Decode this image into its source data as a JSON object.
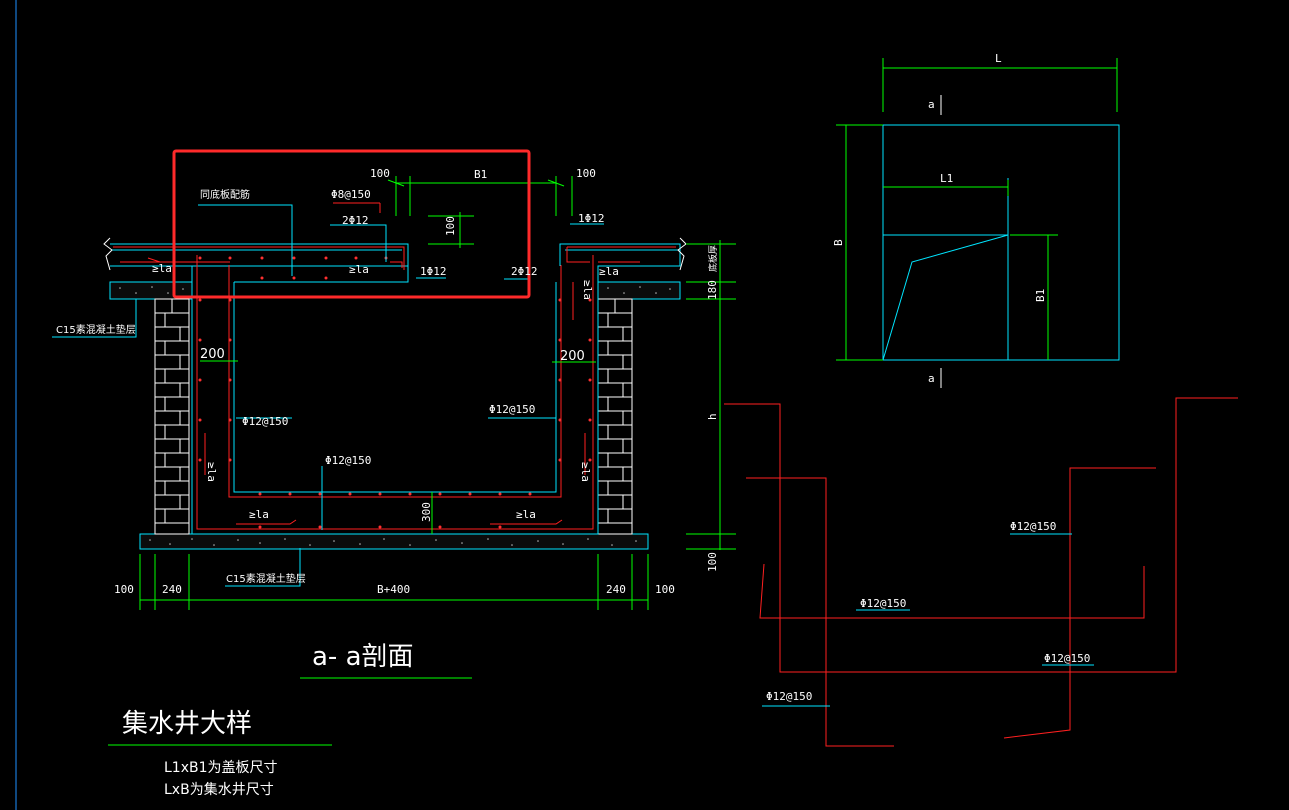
{
  "section": {
    "title": "a- a剖面",
    "note_top": "同底板配筋",
    "c15_top": "C15素混凝土垫层",
    "c15_bottom": "C15素混凝土垫层",
    "rebar_phi8": "Φ8@150",
    "rebar_2phi12_a": "2Φ12",
    "rebar_2phi12_b": "2Φ12",
    "rebar_1phi12_a": "1Φ12",
    "rebar_1phi12_b": "1Φ12",
    "rebar_wall_left": "Φ12@150",
    "rebar_wall_right": "Φ12@150",
    "rebar_bottom": "Φ12@150",
    "anchor": "≥la",
    "dim_100_left_top": "100",
    "dim_b1": "B1",
    "dim_100_right_top": "100",
    "dim_100_vert": "100",
    "dim_200_left": "200",
    "dim_200_right": "200",
    "dim_300": "300",
    "dim_100_bl": "100",
    "dim_240_l": "240",
    "dim_bplus400": "B+400",
    "dim_240_r": "240",
    "dim_100_br": "100",
    "dim_slab": "底板厚",
    "dim_180": "180",
    "dim_h": "h",
    "dim_100_r": "100"
  },
  "plan": {
    "dim_L": "L",
    "dim_L1": "L1",
    "dim_B": "B",
    "dim_B1": "B1",
    "cut_top": "a",
    "cut_bottom": "a"
  },
  "rebar_detail": {
    "label_1": "Φ12@150",
    "label_2": "Φ12@150",
    "label_3": "Φ12@150",
    "label_4": "Φ12@150"
  },
  "footer": {
    "title": "集水井大样",
    "note_1": "L1xB1为盖板尺寸",
    "note_2": "LxB为集水井尺寸"
  }
}
